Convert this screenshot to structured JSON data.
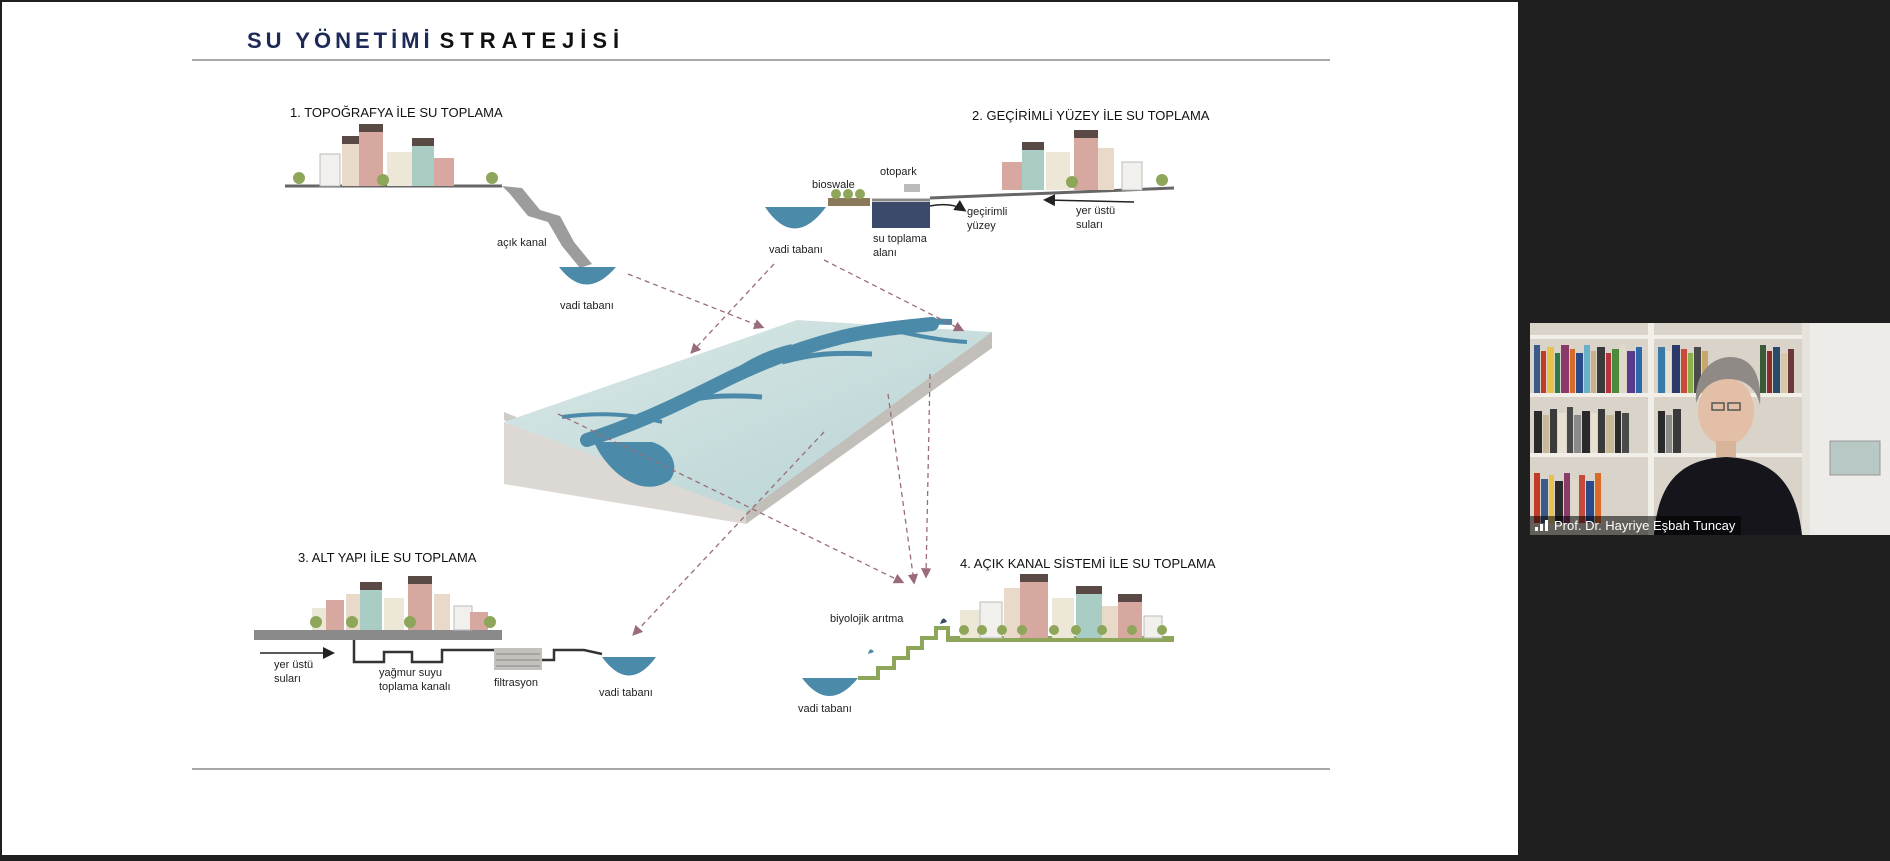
{
  "slide": {
    "title_part1": "SU YÖNETİMİ",
    "title_part2": "STRATEJİSİ",
    "sections": {
      "s1": "1. TOPOĞRAFYA İLE SU TOPLAMA",
      "s2": "2. GEÇİRİMLİ YÜZEY İLE SU TOPLAMA",
      "s3": "3. ALT YAPI İLE SU TOPLAMA",
      "s4": "4. AÇIK KANAL SİSTEMİ İLE SU TOPLAMA"
    },
    "labels": {
      "acik_kanal": "açık kanal",
      "vadi_tabani_1": "vadi tabanı",
      "bioswale": "bioswale",
      "otopark": "otopark",
      "vadi_tabani_2": "vadi tabanı",
      "su_toplama_1": "su toplama",
      "su_toplama_2": "alanı",
      "gecirimli_1": "geçirimli",
      "gecirimli_2": "yüzey",
      "yer_ustu_a1": "yer üstü",
      "yer_ustu_a2": "suları",
      "yer_ustu_b1": "yer üstü",
      "yer_ustu_b2": "suları",
      "yagmur_1": "yağmur suyu",
      "yagmur_2": "toplama kanalı",
      "filtrasyon": "filtrasyon",
      "vadi_tabani_3": "vadi tabanı",
      "biyolojik": "biyolojik arıtma",
      "vadi_tabani_4": "vadi tabanı"
    }
  },
  "video": {
    "participant_name": "Prof. Dr. Hayriye Eşbah Tuncay"
  },
  "icons": {
    "signal": "signal-strength-icon"
  },
  "colors": {
    "title_blue": "#1d2a57",
    "water": "#4b8aa8",
    "arrow": "#9a6c7a",
    "background": "#1f1f1f"
  }
}
